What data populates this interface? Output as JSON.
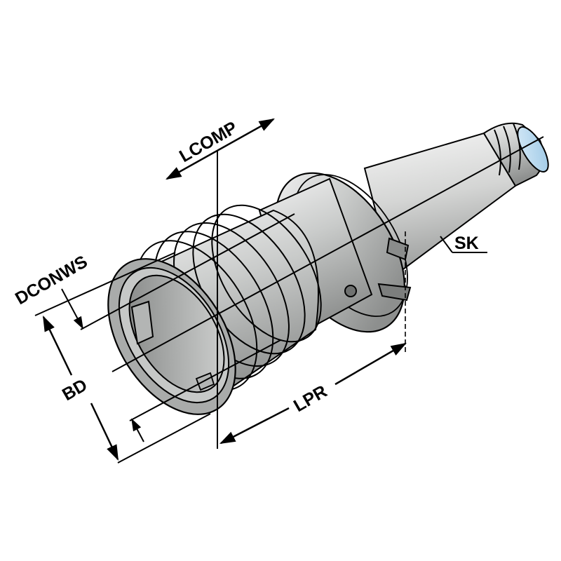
{
  "diagram": {
    "subject": "Tool holder with SK taper shank and tapping chuck",
    "colors": {
      "background": "#ffffff",
      "body_light": "#e6e7e6",
      "body_mid": "#b9bbba",
      "body_dark": "#8e908f",
      "tip_blue": "#b8d8ee",
      "line": "#000000"
    },
    "labels": {
      "lcomp": "LCOMP",
      "dconws": "DCONWS",
      "bd": "BD",
      "lpr": "LPR",
      "sk": "SK"
    }
  }
}
